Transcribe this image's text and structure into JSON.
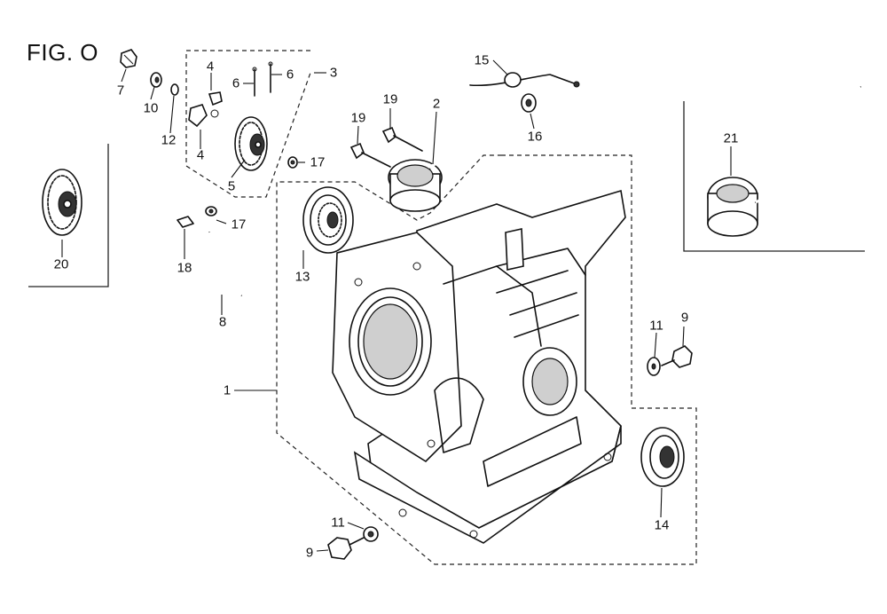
{
  "figure": {
    "title": "FIG. O"
  },
  "callouts": {
    "c1": "1",
    "c2": "2",
    "c3": "3",
    "c4a": "4",
    "c4b": "4",
    "c5": "5",
    "c6a": "6",
    "c6b": "6",
    "c7": "7",
    "c8": "8",
    "c9a": "9",
    "c9b": "9",
    "c10": "10",
    "c11a": "11",
    "c11b": "11",
    "c12": "12",
    "c13": "13",
    "c14": "14",
    "c15": "15",
    "c16": "16",
    "c17a": "17",
    "c17b": "17",
    "c18": "18",
    "c19a": "19",
    "c19b": "19",
    "c20": "20",
    "c21": "21"
  }
}
